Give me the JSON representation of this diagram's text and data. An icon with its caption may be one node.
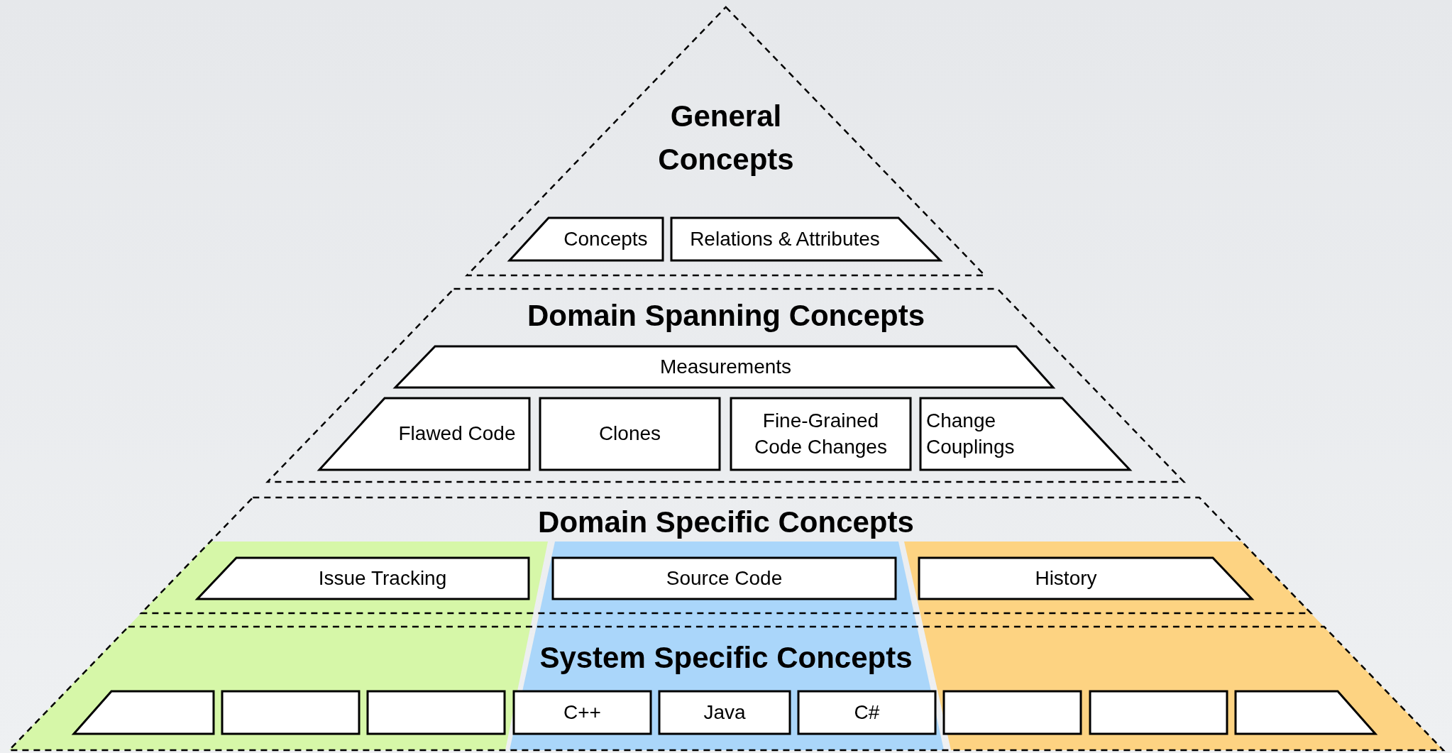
{
  "diagram": {
    "nodes": [
      {
        "text": [
          "General Concepts"
        ]
      },
      {
        "text": [
          "Concepts"
        ],
        "in": 0
      },
      {
        "text": [
          "Relations & Attributes"
        ],
        "in": 0
      },
      {
        "text": [
          "Domain Spanning Concepts"
        ]
      },
      {
        "text": [
          "Measurements"
        ],
        "in": 3
      },
      {
        "text": [
          "Flawed Code"
        ],
        "in": 3
      },
      {
        "text": [
          "Clones"
        ],
        "in": 3
      },
      {
        "text": [
          "Fine-Grained Code Changes"
        ],
        "in": 3
      },
      {
        "text": [
          "Change Couplings"
        ],
        "in": 3
      },
      {
        "text": [
          "Domain Specific Concepts"
        ]
      },
      {
        "text": [
          "Issue Tracking"
        ],
        "in": 9
      },
      {
        "text": [
          "Source Code"
        ],
        "in": 9
      },
      {
        "text": [
          "History"
        ],
        "in": 9
      },
      {
        "text": [
          "System Specific Concepts"
        ]
      },
      {
        "text": [],
        "shape": "box",
        "in": 13
      },
      {
        "text": [],
        "shape": "box",
        "in": 13
      },
      {
        "text": [],
        "shape": "box",
        "in": 13
      },
      {
        "text": [
          "C++"
        ],
        "in": 13
      },
      {
        "text": [
          "Java"
        ],
        "in": 13
      },
      {
        "text": [
          "C#"
        ],
        "in": 13
      },
      {
        "text": [],
        "shape": "box",
        "in": 13
      },
      {
        "text": [],
        "shape": "box",
        "in": 13
      },
      {
        "text": [],
        "shape": "box",
        "in": 13
      }
    ]
  }
}
